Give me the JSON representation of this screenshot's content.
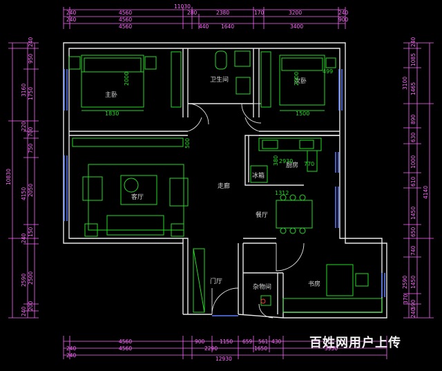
{
  "rooms": {
    "master_bedroom": "主卧",
    "bathroom": "卫生间",
    "second_bedroom": "次卧",
    "kitchen": "厨房",
    "fridge": "冰箱",
    "living_room": "客厅",
    "corridor": "走廊",
    "dining_room": "餐厅",
    "entrance": "门厅",
    "storage": "杂物间",
    "study": "书房"
  },
  "furniture_dims": {
    "master_bed_len": "2000",
    "master_bed_w": "1830",
    "second_bed_len": "2000",
    "second_bed_w": "1500",
    "second_top": "499",
    "tv_wall": "500",
    "kitchen_w": "2930",
    "kitchen_a": "380",
    "kitchen_b": "770",
    "dining_w": "1312"
  },
  "dims_top": {
    "overall": "11030",
    "r1": [
      "240",
      "4560",
      "280",
      "2380",
      "170",
      "3200",
      "240"
    ],
    "r2": [
      "240",
      "4560",
      "440",
      "1640",
      "900"
    ],
    "r3": [
      "4560",
      "3400"
    ]
  },
  "dims_bottom": {
    "r1": [
      "4560",
      "900",
      "1150",
      "659",
      "561",
      "430"
    ],
    "r2": [
      "240",
      "4560",
      "2290",
      "1650",
      "3950"
    ],
    "r3": [
      "240",
      "12930"
    ]
  },
  "dims_left": {
    "overall": "10830",
    "r1": [
      "240",
      "950",
      "1750",
      "220",
      "700",
      "750",
      "2050",
      "150",
      "240",
      "2500",
      "200",
      "240"
    ],
    "r2": [
      "3160",
      "4150",
      "2590"
    ]
  },
  "dims_right": {
    "overall": "4140",
    "r1": [
      "240",
      "1085",
      "1465",
      "890",
      "630",
      "1000",
      "610",
      "1450",
      "650",
      "740",
      "1450",
      "370",
      "590",
      "240"
    ],
    "r2": [
      "3100",
      "2590"
    ]
  },
  "watermark": "百姓网用户上传"
}
